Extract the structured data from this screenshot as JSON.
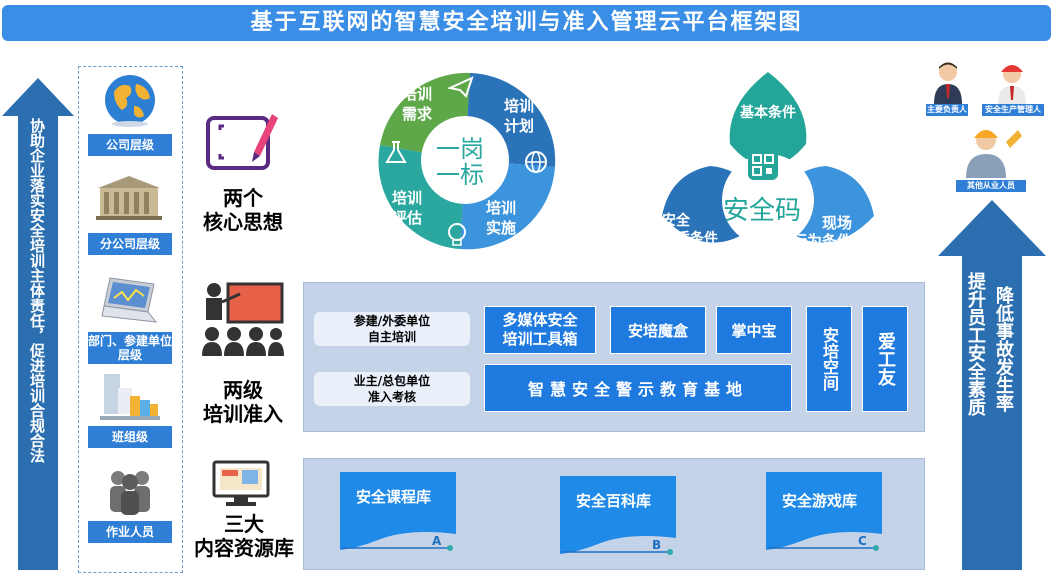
{
  "title": "基于互联网的智慧安全培训与准入管理云平台框架图",
  "left_arrow_text": "协助企业落实安全培训主体责任，促进培训合规合法",
  "levels": [
    {
      "label": "公司层级",
      "icon": "globe-icon"
    },
    {
      "label": "分公司层级",
      "icon": "building-icon"
    },
    {
      "label": "部门、参建单位层级",
      "icon": "laptop-icon"
    },
    {
      "label": "班组级",
      "icon": "chart-blocks-icon"
    },
    {
      "label": "作业人员",
      "icon": "people-icon"
    }
  ],
  "sections": {
    "core": "两个核心思想",
    "core_line1": "两个",
    "core_line2": "核心思想",
    "two_level_line1": "两级",
    "two_level_line2": "培训准入",
    "three_line1": "三大",
    "three_line2": "内容资源库"
  },
  "cycle": {
    "center": "一岗一标",
    "center_line1": "一岗",
    "center_line2": "一标",
    "segments": [
      {
        "line1": "培训",
        "line2": "需求",
        "color": "#5fa84a",
        "icon": "paper-plane-icon"
      },
      {
        "line1": "培训",
        "line2": "计划",
        "color": "#2a73b8",
        "icon": "globe-icon"
      },
      {
        "line1": "培训",
        "line2": "实施",
        "color": "#3b94dc",
        "icon": "bulb-icon"
      },
      {
        "line1": "培训",
        "line2": "评估",
        "color": "#2aa8a0",
        "icon": "flask-icon"
      }
    ]
  },
  "safety_code": {
    "center": "安全码",
    "petals": [
      {
        "text": "基本条件",
        "color": "#23a59a"
      },
      {
        "text_line1": "安全",
        "text_line2": "素质条件",
        "color": "#2a73b8"
      },
      {
        "text_line1": "现场",
        "text_line2": "行为条件",
        "color": "#3b94dc"
      }
    ]
  },
  "training_panel": {
    "left1_line1": "参建/外委单位",
    "left1_line2": "自主培训",
    "left2_line1": "业主/总包单位",
    "left2_line2": "准入考核",
    "btn_toolbox_line1": "多媒体安全",
    "btn_toolbox_line2": "培训工具箱",
    "btn_magic": "安培魔盒",
    "btn_pocket": "掌中宝",
    "btn_space": "安培空间",
    "btn_love": "爱工友",
    "btn_base": "智慧安全警示教育基地"
  },
  "libraries": [
    {
      "name": "安全课程库",
      "letter": "A"
    },
    {
      "name": "安全百科库",
      "letter": "B"
    },
    {
      "name": "安全游戏库",
      "letter": "C"
    }
  ],
  "right_people": {
    "p1": "主要负责人",
    "p2": "安全生产管理人员",
    "p3": "其他从业人员"
  },
  "right_arrow": {
    "col1": "提升员工安全素质",
    "col2": "降低事故发生率"
  },
  "colors": {
    "primary": "#1f7ae0",
    "arrow": "#2b6fb0",
    "panel": "#c5d3e8"
  }
}
